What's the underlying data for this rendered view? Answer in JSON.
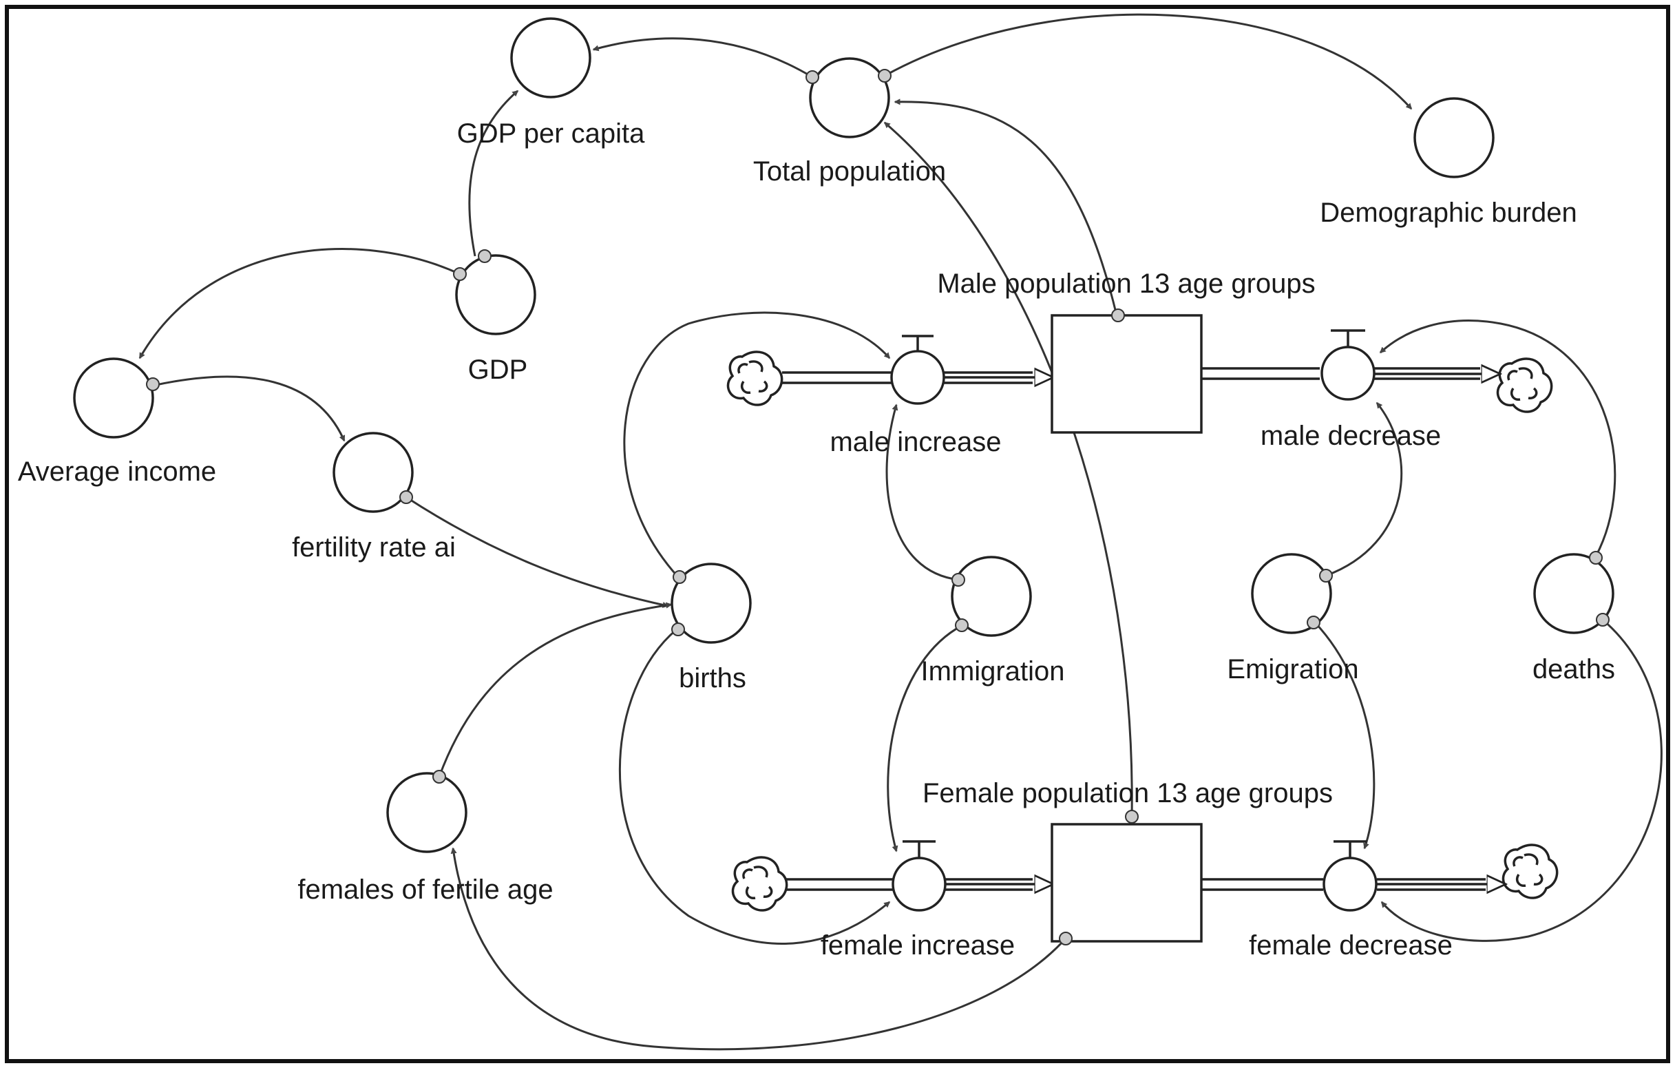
{
  "nodes": {
    "gdp_per_capita": "GDP per capita",
    "total_population": "Total population",
    "demographic_burden": "Demographic burden",
    "male_population": "Male population 13 age groups",
    "female_population": "Female population 13 age groups",
    "gdp": "GDP",
    "average_income": "Average income",
    "fertility_rate": "fertility rate ai",
    "births": "births",
    "immigration": "Immigration",
    "emigration": "Emigration",
    "deaths": "deaths",
    "male_increase": "male increase",
    "male_decrease": "male decrease",
    "female_increase": "female increase",
    "female_decrease": "female decrease",
    "females_of_fertile_age": "females of fertile age"
  }
}
